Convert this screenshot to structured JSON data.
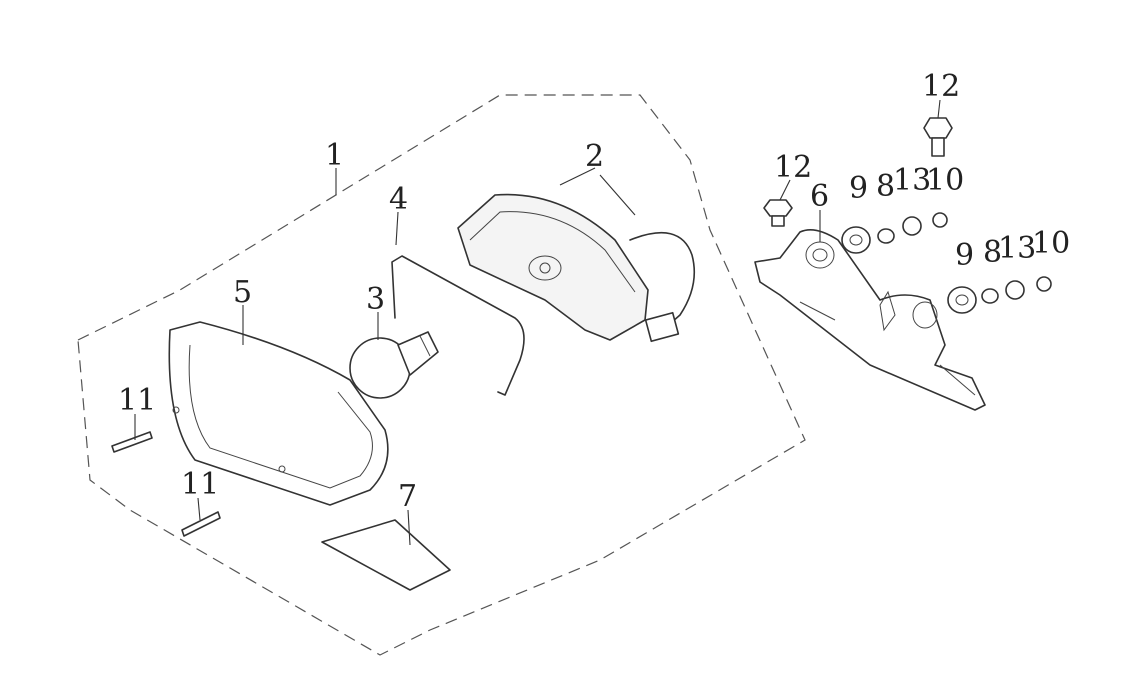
{
  "callouts": {
    "c1": "1",
    "c2": "2",
    "c3": "3",
    "c4": "4",
    "c5": "5",
    "c6": "6",
    "c7": "7",
    "c8a": "8",
    "c8b": "8",
    "c9a": "9",
    "c9b": "9",
    "c10a": "10",
    "c10b": "10",
    "c11a": "11",
    "c11b": "11",
    "c12a": "12",
    "c12b": "12",
    "c13a": "13",
    "c13b": "13"
  }
}
